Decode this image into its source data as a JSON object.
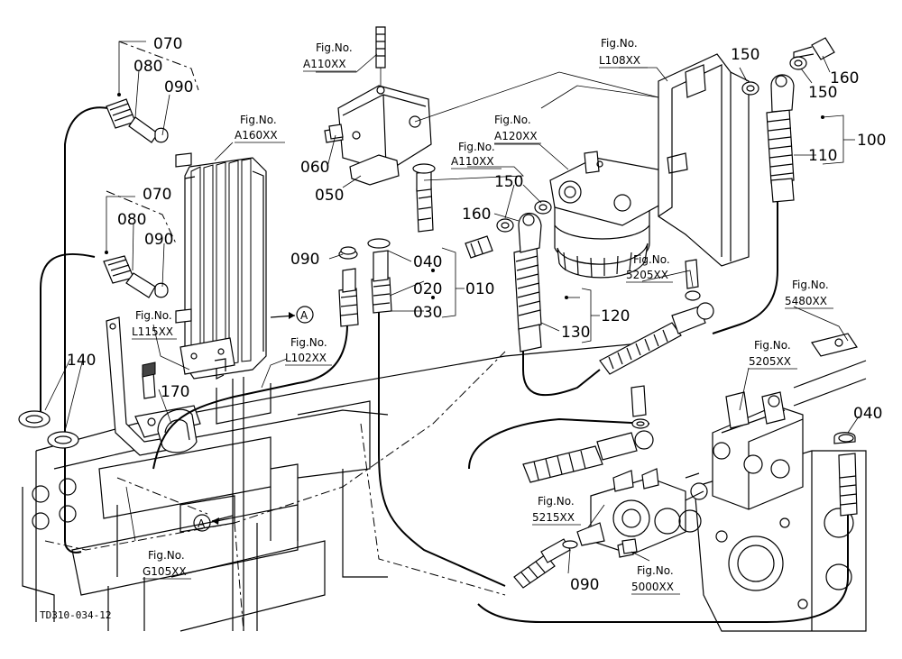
{
  "diagram": {
    "drawing_code": "TD310-034-12",
    "part_numbers": [
      "070",
      "080",
      "090",
      "070",
      "080",
      "090",
      "060",
      "050",
      "150",
      "150",
      "160",
      "100",
      "110",
      "160",
      "150",
      "090",
      "040",
      "020",
      "010",
      "030",
      "120",
      "130",
      "140",
      "170",
      "040",
      "090"
    ],
    "fig_refs": [
      {
        "label": "Fig.No.",
        "code": "A110XX"
      },
      {
        "label": "Fig.No.",
        "code": "L108XX"
      },
      {
        "label": "Fig.No.",
        "code": "A160XX"
      },
      {
        "label": "Fig.No.",
        "code": "A120XX"
      },
      {
        "label": "Fig.No.",
        "code": "A110XX"
      },
      {
        "label": "Fig.No.",
        "code": "5205XX"
      },
      {
        "label": "Fig.No.",
        "code": "5480XX"
      },
      {
        "label": "Fig.No.",
        "code": "L115XX"
      },
      {
        "label": "Fig.No.",
        "code": "L102XX"
      },
      {
        "label": "Fig.No.",
        "code": "5205XX"
      },
      {
        "label": "Fig.No.",
        "code": "5215XX"
      },
      {
        "label": "Fig.No.",
        "code": "G105XX"
      },
      {
        "label": "Fig.No.",
        "code": "5000XX"
      }
    ],
    "callouts": [
      "A",
      "A"
    ]
  }
}
